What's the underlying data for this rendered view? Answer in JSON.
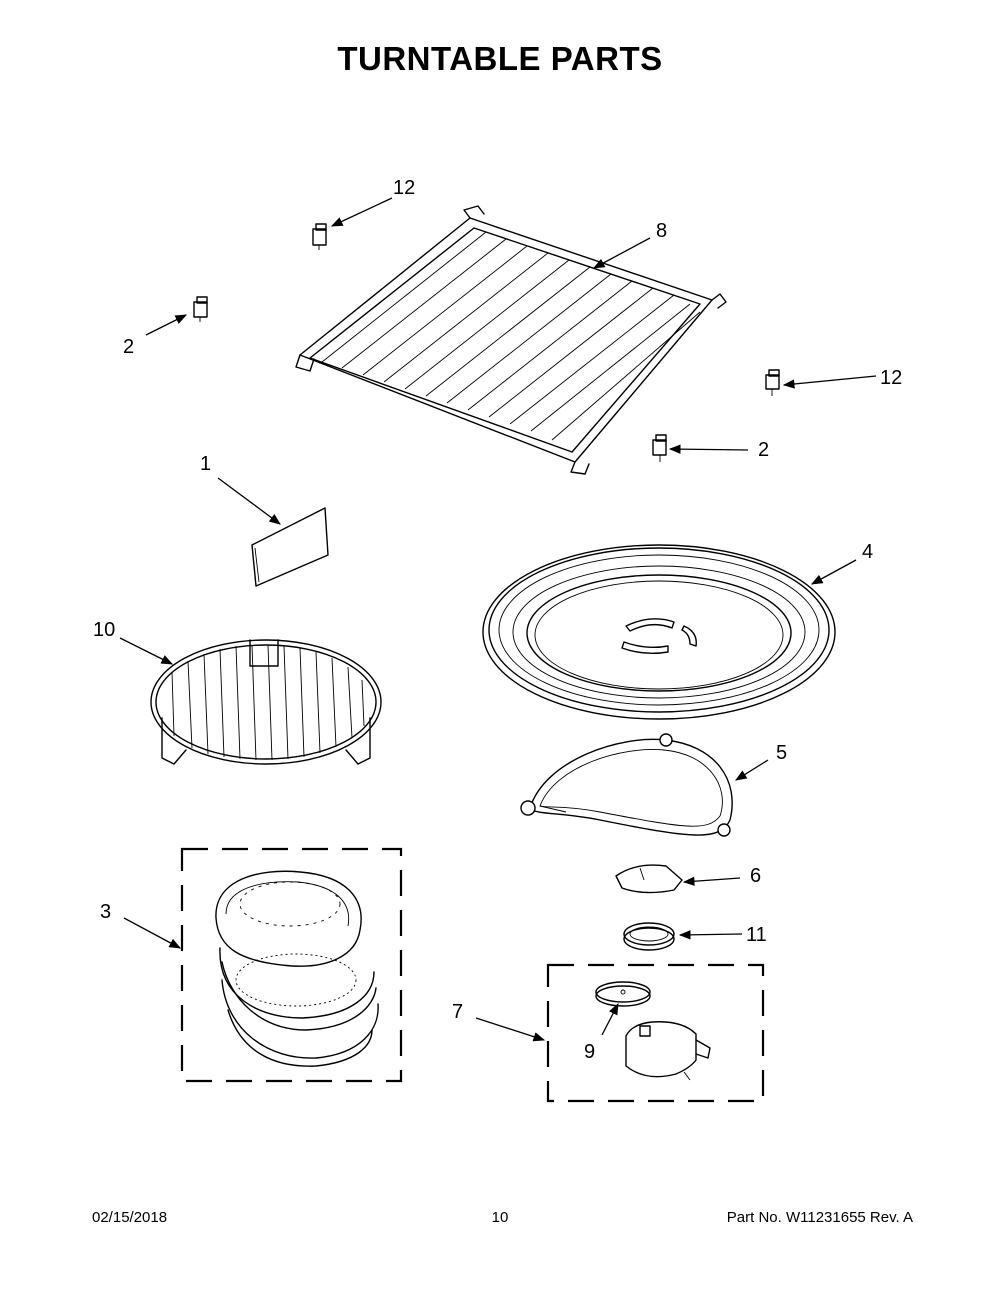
{
  "title": "TURNTABLE PARTS",
  "callouts": {
    "c12a": "12",
    "c8": "8",
    "c2a": "2",
    "c12b": "12",
    "c2b": "2",
    "c1": "1",
    "c4": "4",
    "c10": "10",
    "c5": "5",
    "c6": "6",
    "c3": "3",
    "c11": "11",
    "c7": "7",
    "c9": "9"
  },
  "footer": {
    "date": "02/15/2018",
    "page": "10",
    "part": "Part No.  W11231655  Rev.  A"
  }
}
